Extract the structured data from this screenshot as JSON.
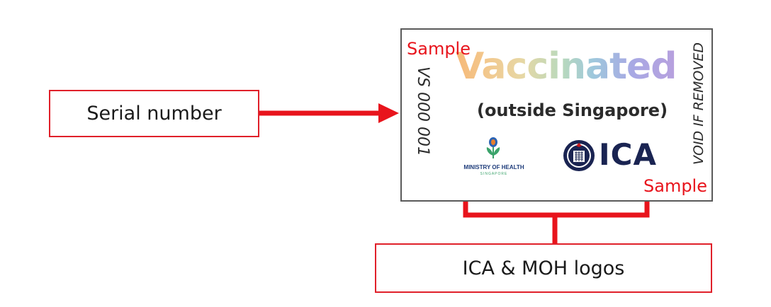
{
  "labels": {
    "serial_box": "Serial number",
    "logos_box": "ICA & MOH logos"
  },
  "sticker": {
    "sample_top": "Sample",
    "sample_bottom": "Sample",
    "headline": "Vaccinated",
    "subheadline": "(outside Singapore)",
    "serial_number": "VS 000 001",
    "void_notice": "VOID IF REMOVED",
    "moh_name": "MINISTRY OF HEALTH",
    "moh_sub": "SINGAPORE",
    "ica_name": "ICA"
  },
  "colors": {
    "annotation_red": "#e0202a",
    "sample_red": "#e8141c",
    "ica_navy": "#1a2452",
    "moh_blue": "#1d3b7a",
    "moh_green": "#3aa36a"
  },
  "icons": [
    "moh-emblem-icon",
    "ica-seal-icon",
    "arrow-icon"
  ]
}
